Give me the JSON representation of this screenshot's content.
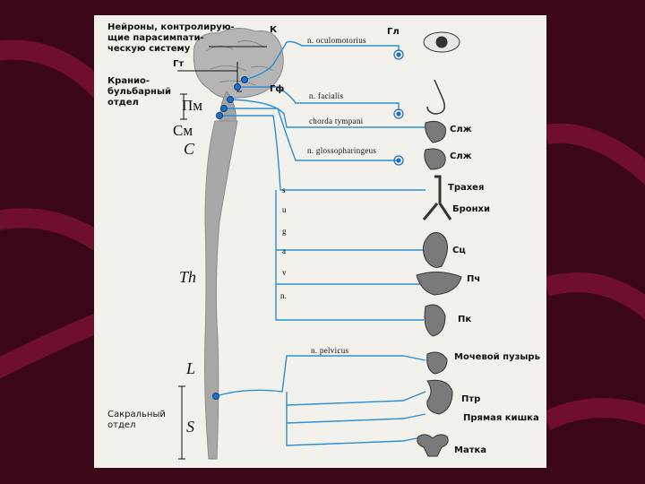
{
  "labels": {
    "neurons_caption": [
      "Нейроны, контролирую-",
      "щие парасимпати-",
      "ческую систему"
    ],
    "K": "К",
    "Gt": "Гт",
    "Gf": "Гф",
    "kranio": [
      "Кранио-",
      "бульбарный",
      "отдел"
    ],
    "Pm": "Пм",
    "Sm": "См",
    "C": "C",
    "Th": "Th",
    "L": "L",
    "S": "S",
    "sacral": [
      "Сакральный",
      "отдел"
    ]
  },
  "nerves": {
    "oculomotorius": "n. oculomotorius",
    "facialis": "n. facialis",
    "chorda": "chorda tympani",
    "glosso": "n. glossopharingeus",
    "vagus_letters": [
      "n.",
      "v",
      "a",
      "g",
      "u",
      "s"
    ],
    "pelvicus": "n. pelvicus"
  },
  "organs": {
    "Gl": "Гл",
    "Slzh1": "Слж",
    "Slzh2": "Слж",
    "trachea": "Трахея",
    "bronchi": "Бронхи",
    "Sc": "Сц",
    "Pch": "Пч",
    "Pk": "Пк",
    "bladder": "Мочевой пузырь",
    "Ptr": "Птр",
    "rectum": "Прямая кишка",
    "uterus": "Матка"
  },
  "colors": {
    "background": "#3a0618",
    "stripe": "#7a1035",
    "panel": "#f2f1ec",
    "nerve": "#2e8fd4",
    "ganglion": "#1f6fc2",
    "cord": "#a8a8a8",
    "organ": "#555555"
  }
}
